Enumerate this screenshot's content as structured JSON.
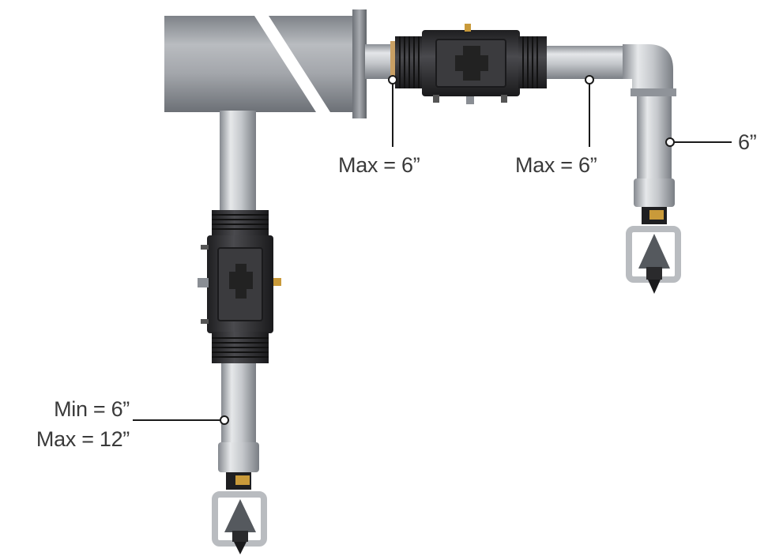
{
  "labels": {
    "horizontal_left": "Max = 6”",
    "horizontal_right": "Max = 6”",
    "right_drop": "6”",
    "left_min": "Min = 6”",
    "left_max": "Max = 12”"
  },
  "colors": {
    "pipe_light": "#e6e7e9",
    "pipe_mid": "#b4b7bc",
    "pipe_dark": "#7d8187",
    "coupling_black": "#2b2b2d",
    "leader_line": "#1a1a1a",
    "label_text": "#3a3a3a",
    "brass": "#c99a3a"
  }
}
